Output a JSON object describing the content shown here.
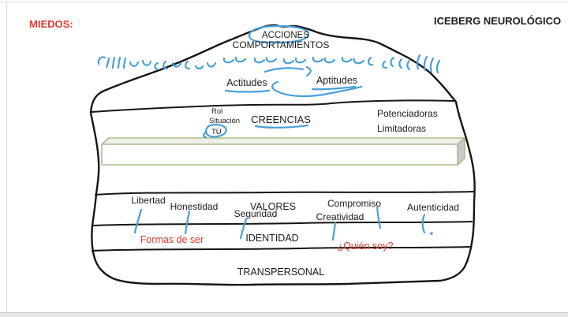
{
  "colors": {
    "annotation_red": "#e23b2e",
    "annotation_blue": "#4a9fd8",
    "ink": "#161616",
    "box_stroke": "#a9bd8c",
    "box_side_fill": "#c9c9c9",
    "box_top_fill": "#eef0e9"
  },
  "header": {
    "miedos": "MIEDOS:",
    "title": "ICEBERG NEUROLÓGICO"
  },
  "above_water": {
    "acciones": "ACCIONES",
    "comportamientos": "COMPORTAMIENTOS"
  },
  "attitudes_layer": {
    "actitudes": "Actitudes",
    "aptitudes": "Aptitudes"
  },
  "beliefs_layer": {
    "rol": "Rol",
    "situacion": "Situación",
    "tu": "TÚ",
    "creencias": "CREENCIAS",
    "potenciadoras": "Potenciadoras",
    "limitadoras": "Limitadoras"
  },
  "values_layer": {
    "libertad": "Libertad",
    "honestidad": "Honestidad",
    "valores": "VALORES",
    "seguridad": "Seguridad",
    "compromiso": "Compromiso",
    "creatividad": "Creatividad",
    "autenticidad": "Autenticidad"
  },
  "identity_layer": {
    "formas_de_ser": "Formas de ser",
    "identidad": "IDENTIDAD",
    "quien_soy": "¿Quién soy?"
  },
  "base_layer": {
    "transpersonal": "TRANSPERSONAL"
  }
}
